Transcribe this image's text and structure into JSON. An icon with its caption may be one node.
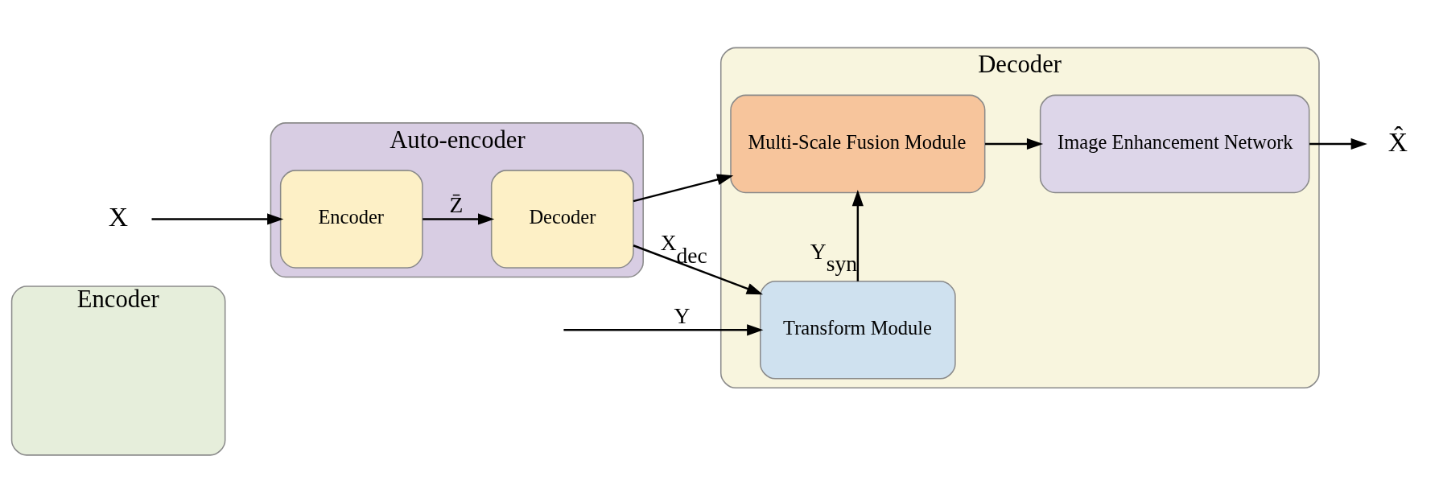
{
  "diagram": {
    "nodes": [
      {
        "text": [
          "Encoder"
        ]
      },
      {
        "text": [
          "Decoder"
        ]
      },
      {
        "text": [
          "Auto-encoder"
        ]
      },
      {
        "text": [
          "Encoder"
        ],
        "in": 2
      },
      {
        "text": [
          "Decoder"
        ],
        "in": 2
      },
      {
        "text": [
          "Transform Module"
        ],
        "in": 1
      },
      {
        "text": [
          "Multi-Scale Fusion Module"
        ],
        "in": 1
      },
      {
        "text": [
          "Image Enhancement Network"
        ],
        "in": 1
      },
      {
        "text": [
          "X"
        ]
      },
      {
        "text": [
          "X̂"
        ]
      }
    ],
    "edges": [
      {
        "from": 8,
        "to": 3,
        "arrow": "to"
      },
      {
        "from": 3,
        "to": 4,
        "label": "Z̄",
        "arrow": "to"
      },
      {
        "from": 4,
        "to": 5,
        "label": "X$_{dec}$",
        "arrow": "to"
      },
      {
        "from": 4,
        "to": 6,
        "arrow": "to"
      },
      {
        "from": null,
        "to": 5,
        "label": "Y",
        "arrow": "to"
      },
      {
        "from": 5,
        "to": 6,
        "label": "Y$_{syn}$",
        "arrow": "to"
      },
      {
        "from": 6,
        "to": 7,
        "arrow": "to"
      },
      {
        "from": 7,
        "to": 9,
        "arrow": "to"
      }
    ]
  }
}
